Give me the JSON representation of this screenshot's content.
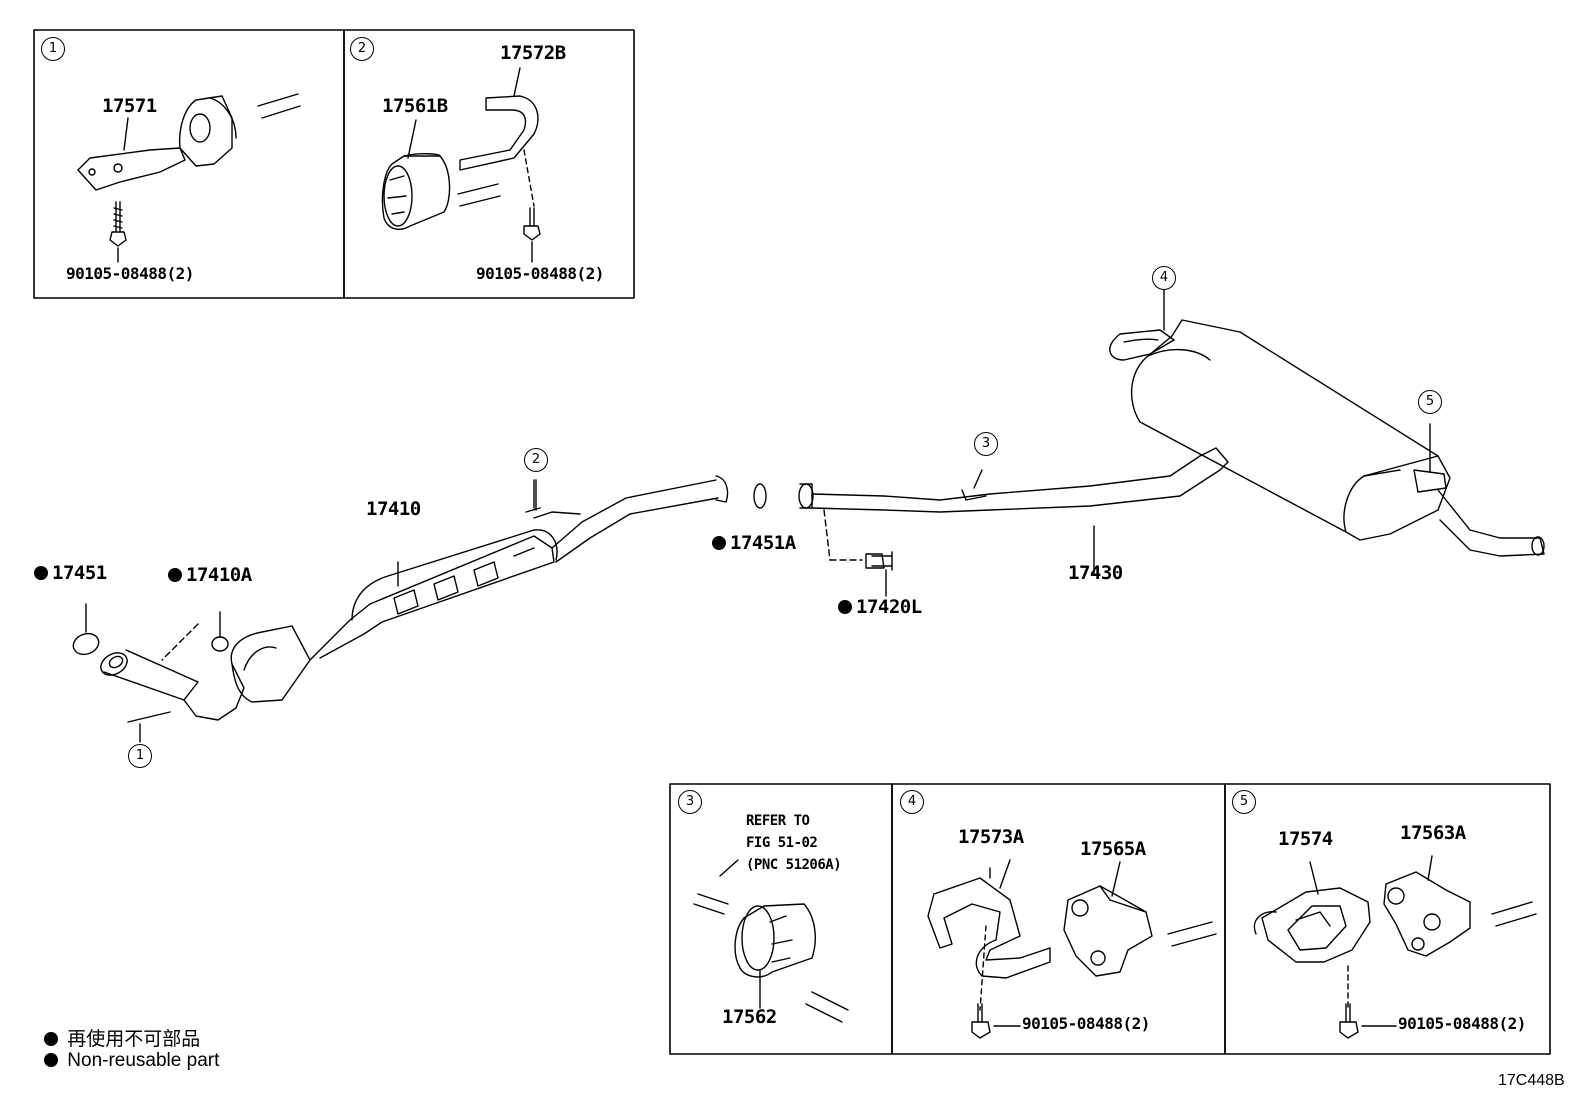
{
  "insets": {
    "inset1": {
      "number": "1",
      "part_a": "17571",
      "bolt": "90105-08488(2)"
    },
    "inset2": {
      "number": "2",
      "part_a": "17572B",
      "part_b": "17561B",
      "bolt": "90105-08488(2)"
    },
    "inset3": {
      "number": "3",
      "refer_line1": "REFER TO",
      "refer_line2": "FIG 51-02",
      "refer_line3": "(PNC 51206A)",
      "part_a": "17562"
    },
    "inset4": {
      "number": "4",
      "part_a": "17573A",
      "part_b": "17565A",
      "bolt": "90105-08488(2)"
    },
    "inset5": {
      "number": "5",
      "part_a": "17574",
      "part_b": "17563A",
      "bolt": "90105-08488(2)"
    }
  },
  "main": {
    "callouts": {
      "c1": "1",
      "c2": "2",
      "c3": "3",
      "c4": "4",
      "c5": "5"
    },
    "parts": {
      "p17410": "17410",
      "p17451": "17451",
      "p17410A": "17410A",
      "p17451A": "17451A",
      "p17420L": "17420L",
      "p17430": "17430"
    }
  },
  "legend": {
    "line1": "再使用不可部品",
    "line2": "Non-reusable part"
  },
  "diagram_code": "17C448B"
}
